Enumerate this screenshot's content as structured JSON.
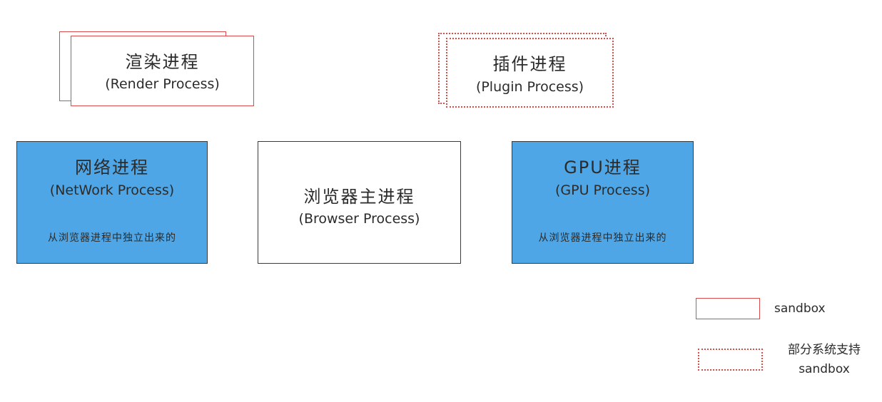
{
  "render_process": {
    "title": "渲染进程",
    "subtitle": "(Render Process)"
  },
  "plugin_process": {
    "title": "插件进程",
    "subtitle": "(Plugin Process)"
  },
  "network_process": {
    "title": "网络进程",
    "subtitle": "(NetWork Process)",
    "note": "从浏览器进程中独立出来的"
  },
  "browser_process": {
    "title": "浏览器主进程",
    "subtitle": "(Browser Process)"
  },
  "gpu_process": {
    "title": "GPU进程",
    "subtitle": "(GPU Process)",
    "note": "从浏览器进程中独立出来的"
  },
  "legend": {
    "solid_label": "sandbox",
    "dotted_label_line1": "部分系统支持",
    "dotted_label_line2": "sandbox"
  },
  "colors": {
    "sandbox_border": "#d94c4c",
    "independent_fill": "#4ea6e6",
    "outline": "#3a3a3a"
  }
}
